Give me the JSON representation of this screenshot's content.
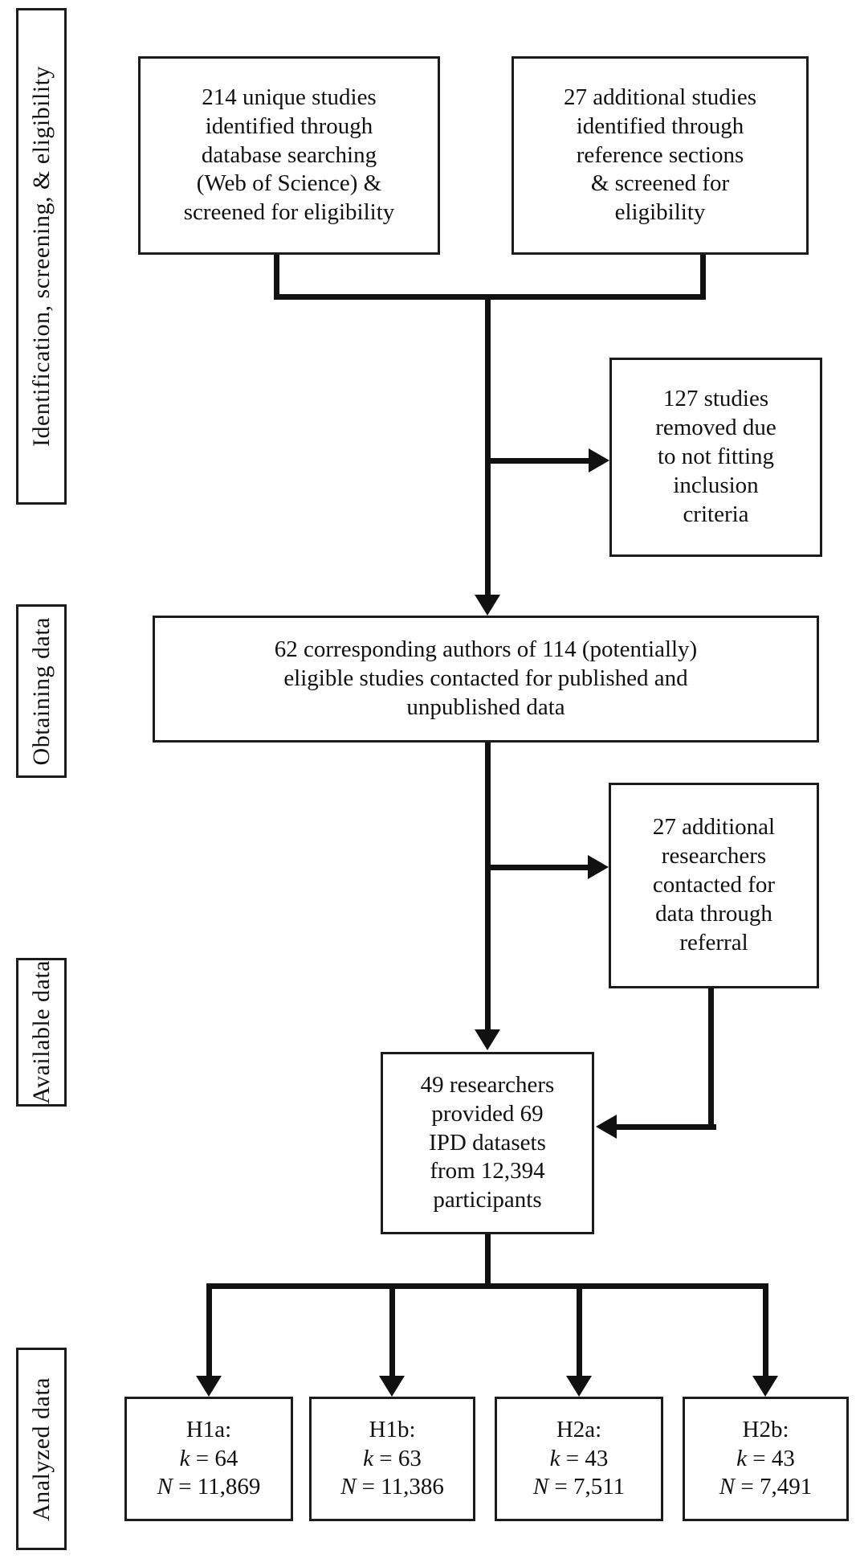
{
  "figure": {
    "type": "study-flow-diagram"
  },
  "stages": [
    {
      "label": "Identification, screening, & eligibility"
    },
    {
      "label": "Obtaining data"
    },
    {
      "label": "Available data"
    },
    {
      "label": "Analyzed data"
    }
  ],
  "boxes": {
    "db_search": {
      "lines": [
        "214 unique studies",
        "identified through",
        "database searching",
        "(Web of Science)  &",
        "screened for eligibility"
      ]
    },
    "ref_sections": {
      "lines": [
        "27 additional studies",
        "identified through",
        "reference sections",
        "& screened for",
        "eligibility"
      ]
    },
    "removed": {
      "lines": [
        "127 studies",
        "removed due",
        "to not fitting",
        "inclusion",
        "criteria"
      ]
    },
    "authors_contacted": {
      "lines": [
        "62 corresponding authors of 114 (potentially)",
        "eligible studies contacted for published and",
        "unpublished data"
      ]
    },
    "referral": {
      "lines": [
        "27 additional",
        "researchers",
        "contacted for",
        "data through",
        "referral"
      ]
    },
    "provided": {
      "lines": [
        "49 researchers",
        "provided 69",
        "IPD datasets",
        "from 12,394",
        "participants"
      ]
    }
  },
  "outcomes": [
    {
      "label": "H1a:",
      "k_var": "k",
      "k_val": " = 64",
      "n_var": "N",
      "n_val": " = 11,869"
    },
    {
      "label": "H1b:",
      "k_var": "k",
      "k_val": " = 63",
      "n_var": "N",
      "n_val": " = 11,386"
    },
    {
      "label": "H2a:",
      "k_var": "k",
      "k_val": " = 43",
      "n_var": "N",
      "n_val": " = 7,511"
    },
    {
      "label": "H2b:",
      "k_var": "k",
      "k_val": " = 43",
      "n_var": "N",
      "n_val": " = 7,491"
    }
  ],
  "colors": {
    "line": "#111111",
    "border": "#1c1c1c",
    "text": "#111111",
    "background": "#ffffff"
  }
}
